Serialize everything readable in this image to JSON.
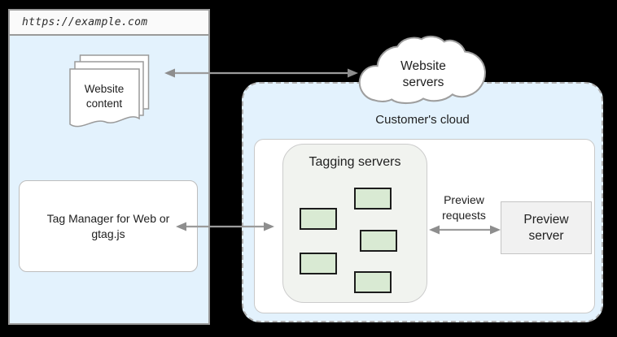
{
  "browser_window": {
    "url": "https://example.com",
    "website_content_label": "Website content",
    "tag_manager_label": "Tag Manager for Web or gtag.js"
  },
  "website_servers": {
    "label": "Website servers"
  },
  "customer_cloud": {
    "label": "Customer's cloud",
    "tagging_servers": {
      "label": "Tagging servers",
      "server_node_count": 5
    },
    "preview_requests_label": "Preview requests",
    "preview_server_label": "Preview server"
  },
  "colors": {
    "background": "#000000",
    "panel_blue": "#e3f2fd",
    "server_node_green": "#d9ead3",
    "server_node_border": "#1c1c1c",
    "tagging_box_gray": "#f1f3ef",
    "preview_box_gray": "#f1f1f1",
    "arrow_gray": "#8e8e8e",
    "border_gray": "#9a9a9a"
  },
  "icons": {
    "page_stack": "page-stack-icon",
    "cloud": "cloud-icon",
    "server_node": "server-node-icon",
    "bidirectional_arrow": "bidirectional-arrow-icon"
  }
}
